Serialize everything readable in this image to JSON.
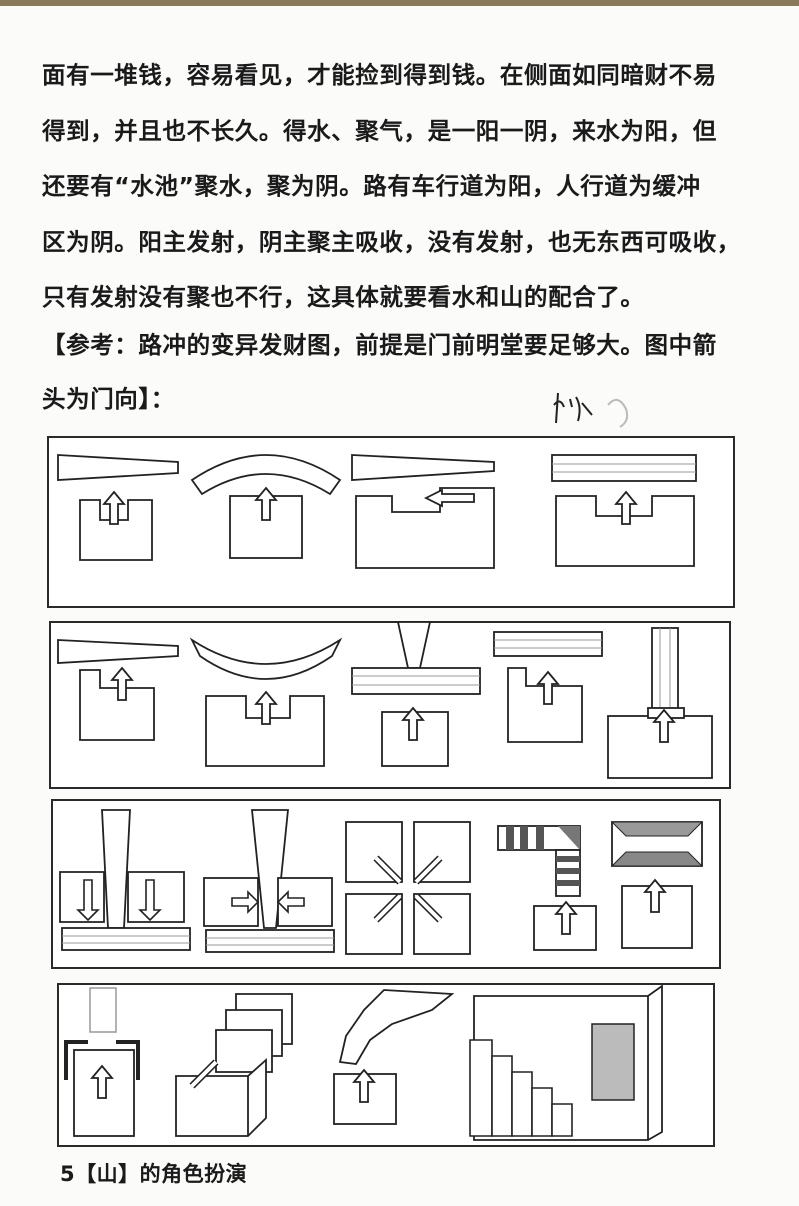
{
  "paragraph": {
    "lines": [
      "面有一堆钱，容易看见，才能捡到得到钱。在侧面如同暗财不易",
      "得到，并且也不长久。得水、聚气，是一阳一阴，来水为阳，但",
      "还要有“水池”聚水，聚为阴。路有车行道为阳，人行道为缓冲",
      "区为阴。阳主发射，阴主聚主吸收，没有发射，也无东西可吸收，",
      "只有发射没有聚也不行，这具体就要看水和山的配合了。"
    ]
  },
  "reference": {
    "lines": [
      "【参考：路冲的变异发财图，前提是门前明堂要足够大。图中箭",
      "头为门向】："
    ]
  },
  "footer": {
    "label": "5【山】的角色扮演"
  },
  "colors": {
    "page": "#fbfbfa",
    "ink": "#1a1a1a",
    "top_bar": "#8a7a5c"
  }
}
